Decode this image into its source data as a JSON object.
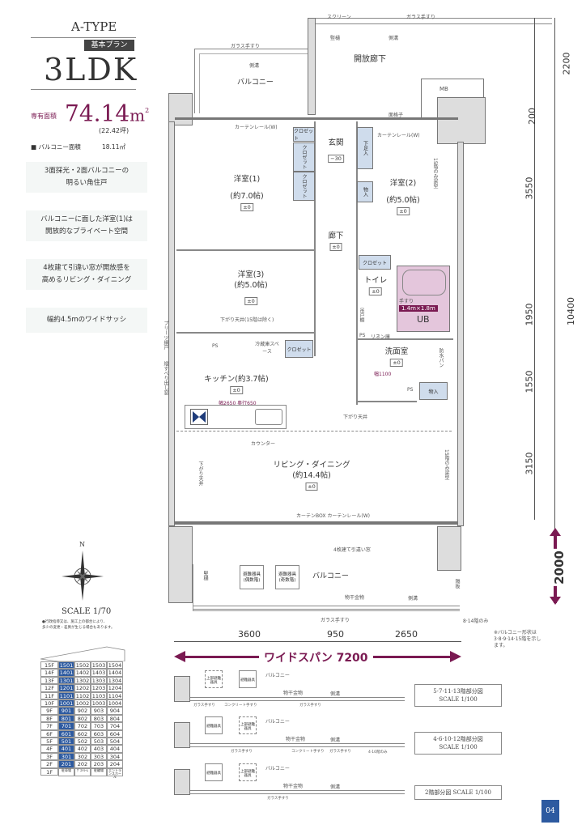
{
  "header": {
    "type": "A-TYPE",
    "plan_badge": "基本プラン",
    "layout_name": "3LDK"
  },
  "area": {
    "label": "専有面積",
    "value": "74.14",
    "unit": "m",
    "sup": "2",
    "tsubo": "(22.42坪)",
    "balcony_label": "■ バルコニー面積",
    "balcony_value": "18.11㎡"
  },
  "features": [
    {
      "l1": "3面採光・2面バルコニーの",
      "l2": "明るい角住戸"
    },
    {
      "l1": "バルコニーに面した洋室(1)は",
      "l2": "開放的なプライベート空間"
    },
    {
      "l1": "4枚建て引違い窓が開放感を",
      "l2": "高めるリビング・ダイニング"
    },
    {
      "l1": "幅約4.5mのワイドサッシ",
      "l2": ""
    }
  ],
  "compass": {
    "north": "N"
  },
  "scale": "SCALE 1/70",
  "note": {
    "l1": "●行政指導又は、施工上の都合により、",
    "l2": "多少の変更・差異が生じる場合もあります。"
  },
  "building": {
    "floors": [
      "15F",
      "14F",
      "13F",
      "12F",
      "11F",
      "10F",
      "9F",
      "8F",
      "7F",
      "6F",
      "5F",
      "4F",
      "3F",
      "2F",
      "1F"
    ],
    "col1": [
      "1501",
      "1401",
      "1301",
      "1201",
      "1101",
      "1001",
      "901",
      "801",
      "701",
      "601",
      "501",
      "401",
      "301",
      "201",
      "駐車場"
    ],
    "col2": [
      "1502",
      "1402",
      "1302",
      "1202",
      "1102",
      "1002",
      "902",
      "802",
      "702",
      "602",
      "502",
      "402",
      "302",
      "202",
      "ｹﾞｽﾄﾙｰﾑ"
    ],
    "col3": [
      "1503",
      "1403",
      "1303",
      "1203",
      "1103",
      "1003",
      "903",
      "803",
      "703",
      "603",
      "503",
      "403",
      "303",
      "203",
      "駐輪場"
    ],
    "col4": [
      "1504",
      "1404",
      "1304",
      "1204",
      "1104",
      "1004",
      "904",
      "804",
      "704",
      "604",
      "504",
      "404",
      "304",
      "204",
      "エントランスホール"
    ],
    "highlight_color": "#2d5aa0"
  },
  "plan": {
    "screen": "スクリーン",
    "glass_rail": "ガラス手すり",
    "vertical_pipe": "竪樋",
    "gutter": "側溝",
    "open_corridor": "開放廊下",
    "mb": "MB",
    "balcony": "バルコニー",
    "lattice": "面格子",
    "curtain_rail": "カーテンレール(W)",
    "closet": "クロゼット",
    "entrance": "玄関",
    "entrance_level": "−30",
    "shoe": "下足入",
    "storage": "物入",
    "room1": {
      "name": "洋室(1)",
      "size": "(約7.0帖)",
      "level": "±0"
    },
    "room2": {
      "name": "洋室(2)",
      "size": "(約5.0帖)",
      "level": "±0"
    },
    "room3": {
      "name": "洋室(3)",
      "size": "(約5.0帖)",
      "level": "±0"
    },
    "hall": {
      "name": "廊下",
      "level": "±0"
    },
    "toilet": {
      "name": "トイレ",
      "level": "±0"
    },
    "ub": {
      "name": "UB",
      "size": "1.4m×1.8m",
      "handrail": "手すり"
    },
    "linen": "リネン庫",
    "ps": "PS",
    "cabinet": "吊戸棚",
    "wash": {
      "name": "洗面室",
      "level": "±0",
      "width": "幅1100"
    },
    "waterproof": "防水パン",
    "fridge": "冷蔵庫スペース",
    "kitchen": {
      "name": "キッチン(約3.7帖)",
      "level": "±0",
      "width": "幅2650 奥行650"
    },
    "counter": "カウンター",
    "drop_ceiling": "下がり天井",
    "drop_ceiling_15": "下がり天井(15階は除く)",
    "beam15": "15階のみ梁型",
    "ld": {
      "name": "リビング・ダイニング",
      "size": "(約14.4帖)",
      "level": "±0"
    },
    "curtain_box": "カーテンBOX カーテンレール(W)",
    "window": "4枚建て引違い窓",
    "evac_even": "避難器具(偶数階)",
    "evac_odd": "避難器具(奇数階)",
    "dryer": "物干金物",
    "partition": "隔板",
    "floor_only": "8·14階のみ",
    "sliding_out": "縦すべり出し窓",
    "bay": "プリーツ網戸",
    "balcony_note": "※バルコニー形状は3·8·9·14·15階を示します。"
  },
  "dims": {
    "right": [
      "2200",
      "200",
      "3550",
      "1950",
      "1550",
      "3150"
    ],
    "total": "10400",
    "balcony": "2000",
    "bottom": [
      "3600",
      "950",
      "2650"
    ],
    "wide_span": "ワイドスパン 7200",
    "accent": "#7a1a52"
  },
  "partials": [
    {
      "title": "5·7·11·13階部分図",
      "scale": "SCALE 1/100",
      "evac1": "上部避難器具",
      "evac2": "避難器具",
      "rail_a": "ガラス手すり",
      "rail_b": "コンクリート手すり",
      "rail_c": "ガラス手すり"
    },
    {
      "title": "4·6·10·12階部分図",
      "scale": "SCALE 1/100",
      "evac1": "避難器具",
      "evac2": "上部避難器具",
      "rail_a": "ガラス手すり",
      "rail_b": "コンクリート手すり",
      "rail_c": "ガラス手すり",
      "note": "4·10階のみ"
    },
    {
      "title": "2階部分図 SCALE 1/100",
      "evac1": "避難器具",
      "evac2": "上部避難器具",
      "rail_a": "ガラス手すり"
    }
  ],
  "page_number": "04"
}
